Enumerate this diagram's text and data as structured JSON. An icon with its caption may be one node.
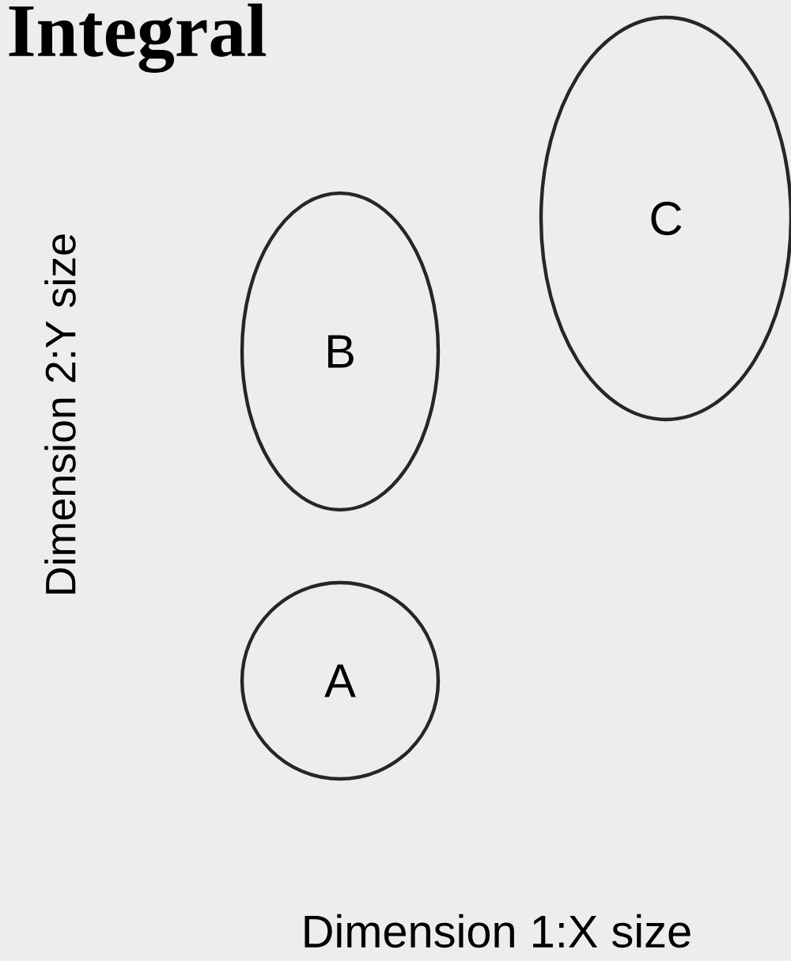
{
  "diagram": {
    "title": "Integral",
    "nodes": [
      {
        "text": [
          "C"
        ]
      },
      {
        "text": [
          "B"
        ]
      },
      {
        "text": [
          "A"
        ]
      }
    ],
    "edges": [],
    "labels": [
      "Dimension 2:Y size",
      "Dimension 1:X size"
    ]
  }
}
